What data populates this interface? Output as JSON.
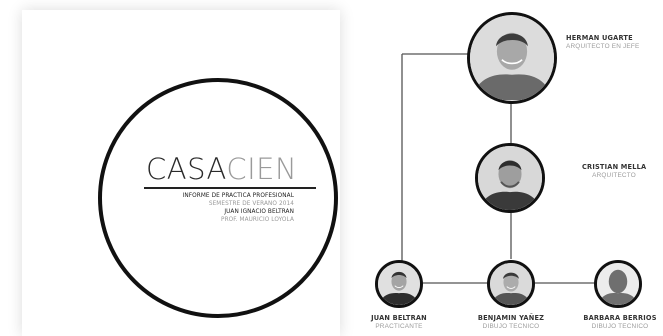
{
  "cover": {
    "logo_part1": "CASA",
    "logo_part2": "CIEN",
    "line1": "INFORME DE PRACTICA PROFESIONAL",
    "line2": "SEMESTRE DE VERANO 2014",
    "line3": "JUAN IGNACIO BELTRAN",
    "line4": "PROF. MAURICIO LOYOLA"
  },
  "org_chart": {
    "people": [
      {
        "name": "HERMAN UGARTE",
        "role": "ARQUITECTO EN JEFE"
      },
      {
        "name": "CRISTIAN MELLA",
        "role": "ARQUITECTO"
      },
      {
        "name": "JUAN BELTRAN",
        "role": "PRACTICANTE"
      },
      {
        "name": "BENJAMIN YAÑEZ",
        "role": "DIBUJO TECNICO"
      },
      {
        "name": "BARBARA BERRIOS",
        "role": "DIBUJO TECNICO"
      }
    ]
  },
  "colors": {
    "ink": "#111111",
    "muted_text": "#9a9a9a",
    "connector": "#555555"
  }
}
